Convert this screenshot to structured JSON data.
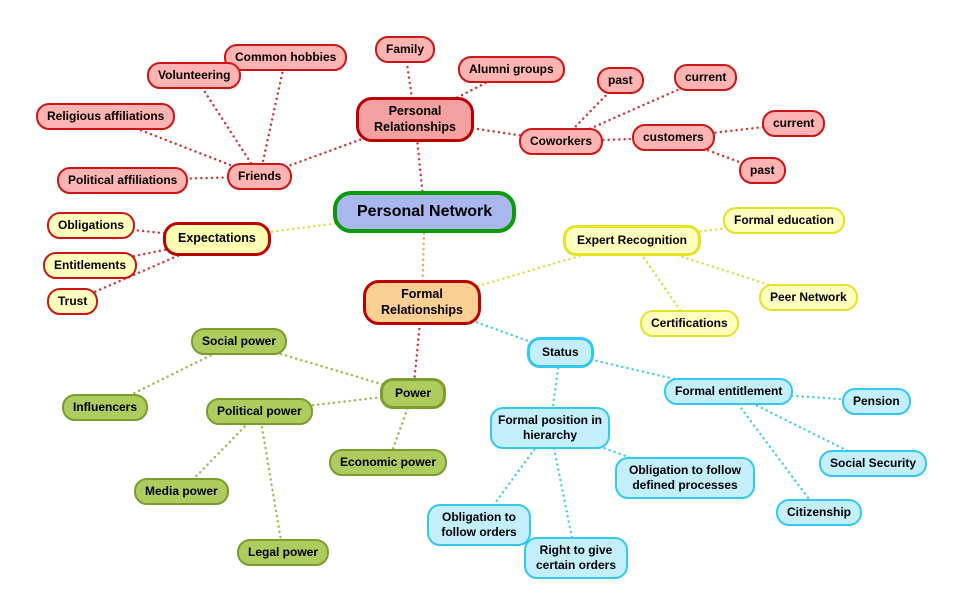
{
  "title": "Personal Network",
  "colors": {
    "nodes": {
      "center_fill": "#aab7ee",
      "center_border": "#0a9a0a",
      "pink_fill": "#ffb4b4",
      "pink_border": "#cc1515",
      "topic_pink_fill": "#f5a0a0",
      "topic_border_red": "#bb0000",
      "orange_fill": "#fbce92",
      "yellow_fill": "#ffffbe",
      "yellow_border": "#e3e32a",
      "green_fill": "#aecb5d",
      "green_border": "#7d9c2f",
      "cyan_fill": "#c3effd",
      "cyan_border": "#35c8ef",
      "text": "#000000"
    },
    "edges": {
      "red": "#cc3333",
      "yellow": "#dede3a",
      "orange": "#f2a24a",
      "green": "#9bb944",
      "cyan": "#45cdee"
    }
  },
  "nodes": {
    "personal_network": "Personal Network",
    "personal_relationships": "Personal Relationships",
    "family": "Family",
    "alumni_groups": "Alumni groups",
    "common_hobbies": "Common hobbies",
    "volunteering": "Volunteering",
    "religious_affiliations": "Religious affiliations",
    "political_affiliations": "Political affiliations",
    "friends": "Friends",
    "coworkers": "Coworkers",
    "coworkers_past": "past",
    "coworkers_current": "current",
    "customers": "customers",
    "customers_current": "current",
    "customers_past": "past",
    "expectations": "Expectations",
    "obligations": "Obligations",
    "entitlements": "Entitlements",
    "trust": "Trust",
    "formal_relationships": "Formal Relationships",
    "expert_recognition": "Expert Recognition",
    "formal_education": "Formal education",
    "peer_network": "Peer Network",
    "certifications": "Certifications",
    "power": "Power",
    "social_power": "Social power",
    "influencers": "Influencers",
    "political_power": "Political power",
    "media_power": "Media power",
    "legal_power": "Legal power",
    "economic_power": "Economic power",
    "status": "Status",
    "formal_position": "Formal position in hierarchy",
    "formal_entitlement": "Formal entitlement",
    "pension": "Pension",
    "social_security": "Social Security",
    "citizenship": "Citizenship",
    "obligation_processes": "Obligation to follow defined processes",
    "obligation_orders": "Obligation to follow orders",
    "right_orders": "Right to give certain orders"
  },
  "edges": [
    {
      "from": "personal_network",
      "to": "personal_relationships",
      "color": "red"
    },
    {
      "from": "personal_relationships",
      "to": "family",
      "color": "red"
    },
    {
      "from": "personal_relationships",
      "to": "alumni_groups",
      "color": "red"
    },
    {
      "from": "personal_relationships",
      "to": "friends",
      "color": "red"
    },
    {
      "from": "personal_relationships",
      "to": "coworkers",
      "color": "red"
    },
    {
      "from": "friends",
      "to": "common_hobbies",
      "color": "red"
    },
    {
      "from": "friends",
      "to": "volunteering",
      "color": "red"
    },
    {
      "from": "friends",
      "to": "religious_affiliations",
      "color": "red"
    },
    {
      "from": "friends",
      "to": "political_affiliations",
      "color": "red"
    },
    {
      "from": "coworkers",
      "to": "coworkers_past",
      "color": "red"
    },
    {
      "from": "coworkers",
      "to": "coworkers_current",
      "color": "red"
    },
    {
      "from": "coworkers",
      "to": "customers",
      "color": "red"
    },
    {
      "from": "customers",
      "to": "customers_current",
      "color": "red"
    },
    {
      "from": "customers",
      "to": "customers_past",
      "color": "red"
    },
    {
      "from": "personal_network",
      "to": "expectations",
      "color": "yellow"
    },
    {
      "from": "expectations",
      "to": "obligations",
      "color": "red"
    },
    {
      "from": "expectations",
      "to": "entitlements",
      "color": "red"
    },
    {
      "from": "expectations",
      "to": "trust",
      "color": "red"
    },
    {
      "from": "personal_network",
      "to": "formal_relationships",
      "color": "orange"
    },
    {
      "from": "formal_relationships",
      "to": "expert_recognition",
      "color": "yellow"
    },
    {
      "from": "expert_recognition",
      "to": "formal_education",
      "color": "yellow"
    },
    {
      "from": "expert_recognition",
      "to": "peer_network",
      "color": "yellow"
    },
    {
      "from": "expert_recognition",
      "to": "certifications",
      "color": "yellow"
    },
    {
      "from": "formal_relationships",
      "to": "power",
      "color": "red"
    },
    {
      "from": "power",
      "to": "social_power",
      "color": "green"
    },
    {
      "from": "power",
      "to": "political_power",
      "color": "green"
    },
    {
      "from": "power",
      "to": "economic_power",
      "color": "green"
    },
    {
      "from": "social_power",
      "to": "influencers",
      "color": "green"
    },
    {
      "from": "political_power",
      "to": "media_power",
      "color": "green"
    },
    {
      "from": "political_power",
      "to": "legal_power",
      "color": "green"
    },
    {
      "from": "formal_relationships",
      "to": "status",
      "color": "cyan"
    },
    {
      "from": "status",
      "to": "formal_position",
      "color": "cyan"
    },
    {
      "from": "status",
      "to": "formal_entitlement",
      "color": "cyan"
    },
    {
      "from": "formal_entitlement",
      "to": "pension",
      "color": "cyan"
    },
    {
      "from": "formal_entitlement",
      "to": "social_security",
      "color": "cyan"
    },
    {
      "from": "formal_entitlement",
      "to": "citizenship",
      "color": "cyan"
    },
    {
      "from": "formal_position",
      "to": "obligation_orders",
      "color": "cyan"
    },
    {
      "from": "formal_position",
      "to": "right_orders",
      "color": "cyan"
    },
    {
      "from": "formal_position",
      "to": "obligation_processes",
      "color": "cyan"
    }
  ]
}
